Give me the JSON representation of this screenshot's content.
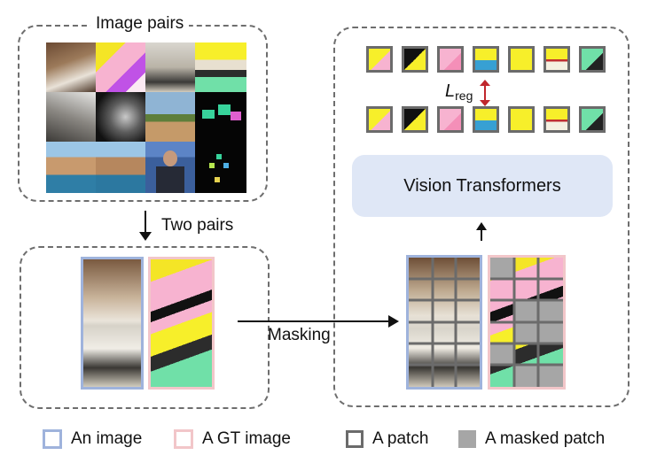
{
  "left_top": {
    "title": "Image pairs"
  },
  "arrow_two_pairs": {
    "label": "Two pairs"
  },
  "arrow_masking": {
    "label": "Masking"
  },
  "model": {
    "title": "Vision Transformers"
  },
  "loss": {
    "symbol": "L",
    "subscript": "reg"
  },
  "legend": {
    "image": "An image",
    "gt_image": "A GT image",
    "patch": "A patch",
    "masked_patch": "A masked patch"
  },
  "colors": {
    "image_border": "#9fb3dc",
    "gt_border": "#f2c6c9",
    "patch_border": "#6b6b6b",
    "masked_fill": "#a6a6a6",
    "vt_fill": "#dfe7f6",
    "loss_arrow": "#c0272d"
  }
}
